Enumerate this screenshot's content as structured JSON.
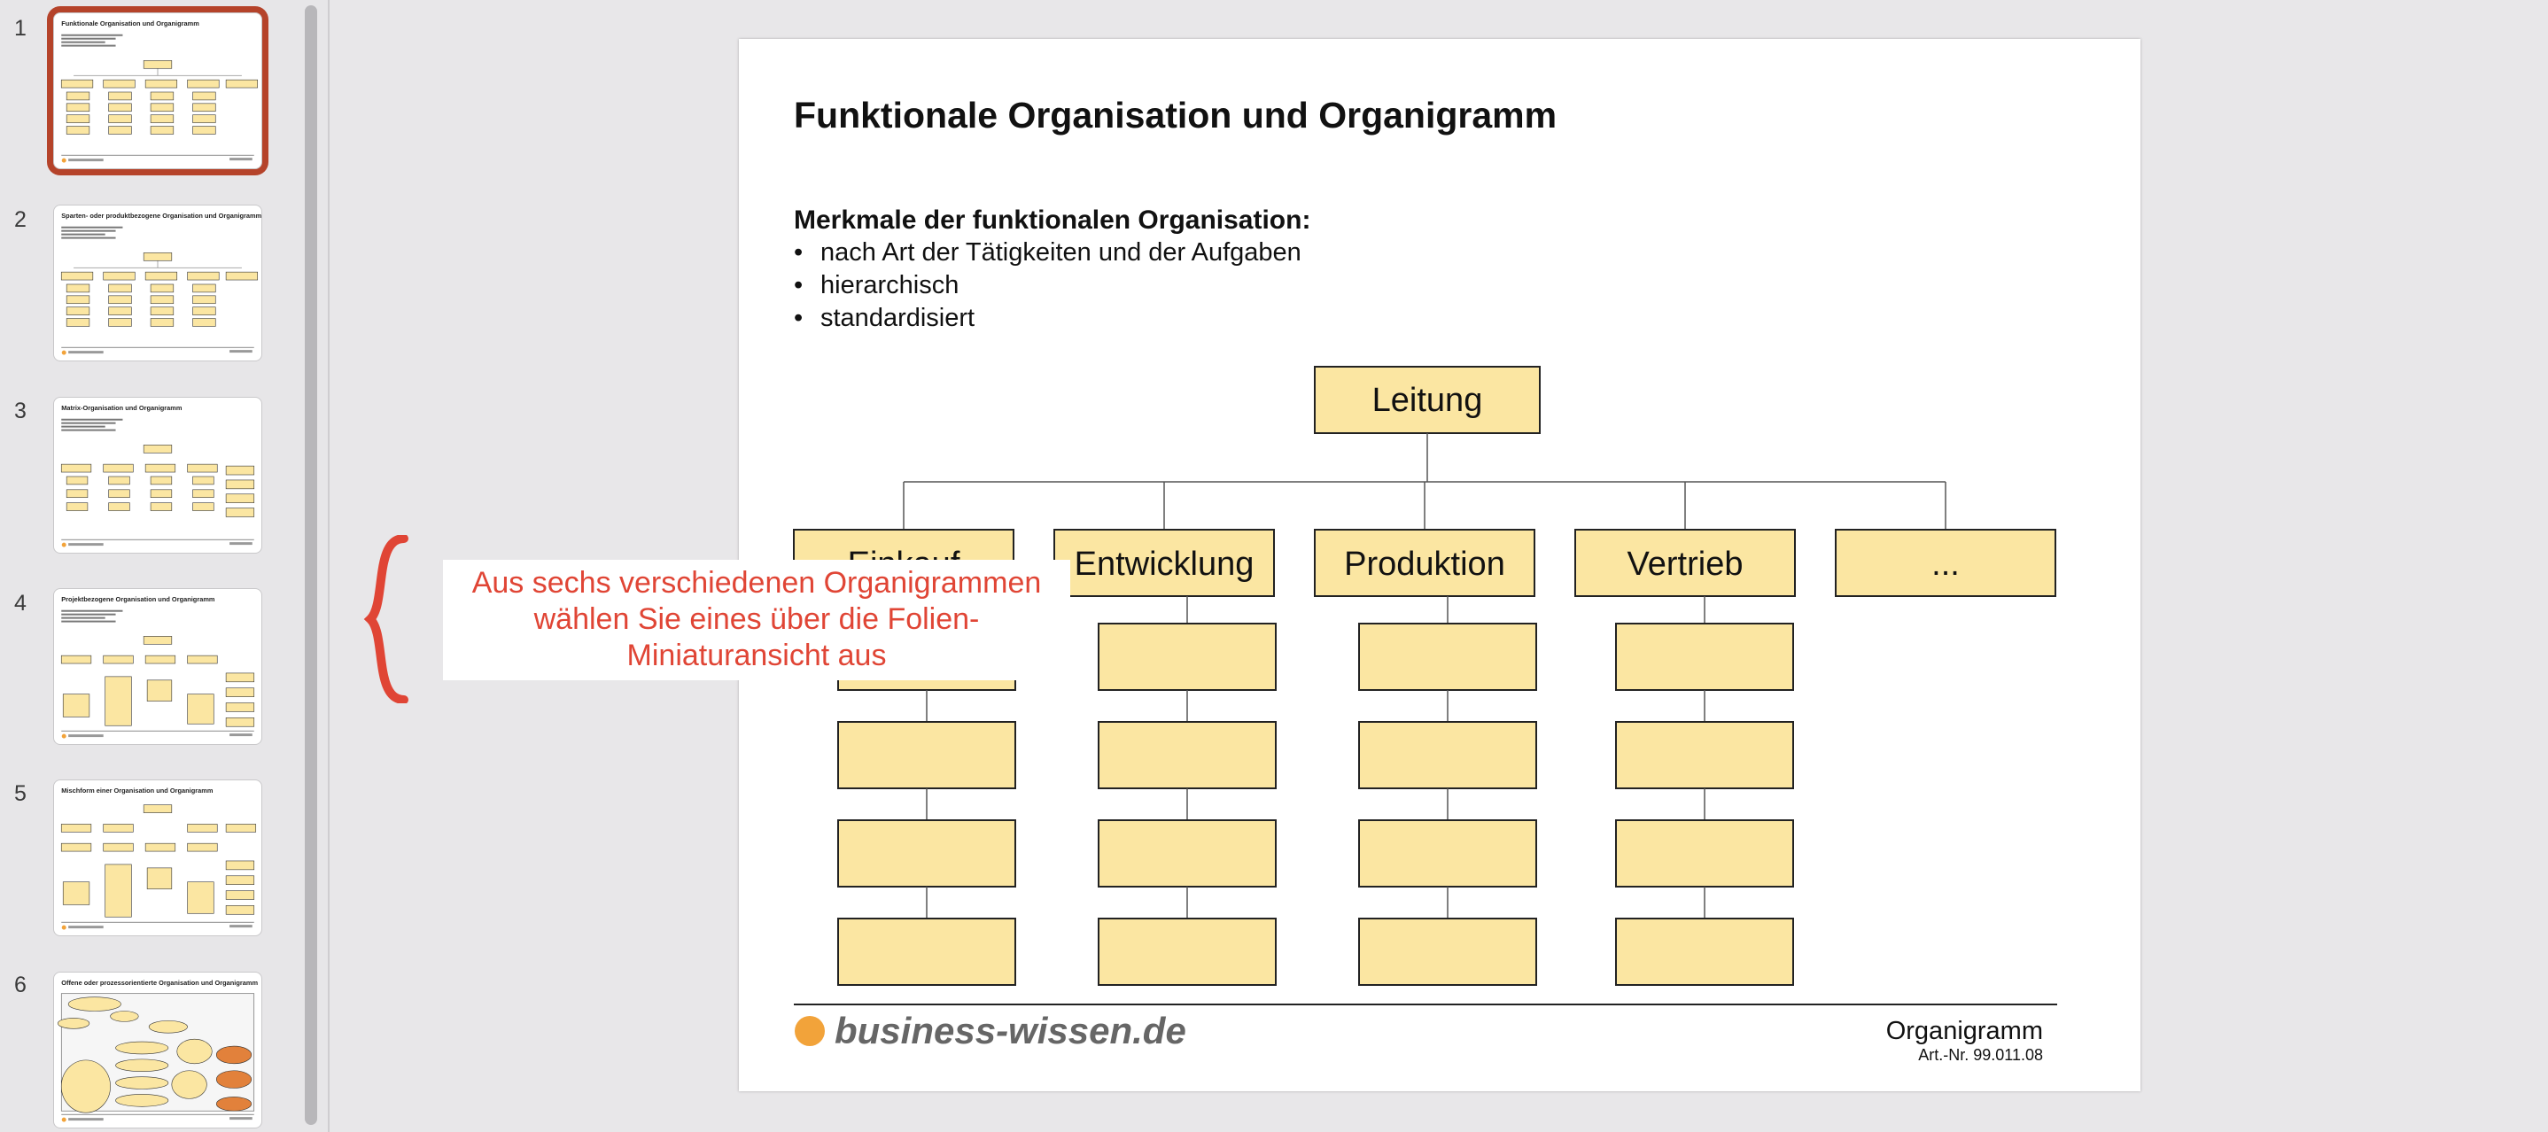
{
  "sidebar": {
    "slides": [
      {
        "number": "1",
        "title": "Funktionale Organisation und Organigramm",
        "selected": true
      },
      {
        "number": "2",
        "title": "Sparten- oder produktbezogene Organisation und Organigramm",
        "selected": false
      },
      {
        "number": "3",
        "title": "Matrix-Organisation und Organigramm",
        "selected": false
      },
      {
        "number": "4",
        "title": "Projektbezogene Organisation und Organigramm",
        "selected": false
      },
      {
        "number": "5",
        "title": "Mischform einer Organisation und Organigramm",
        "selected": false
      },
      {
        "number": "6",
        "title": "Offene oder prozessorientierte Organisation und Organigramm",
        "selected": false
      }
    ]
  },
  "slide": {
    "title": "Funktionale Organisation und Organigramm",
    "features_heading": "Merkmale der funktionalen Organisation:",
    "bullets": [
      "nach Art der Tätigkeiten und der Aufgaben",
      "hierarchisch",
      "standardisiert"
    ],
    "chart": {
      "top": "Leitung",
      "departments": [
        "Einkauf",
        "Entwicklung",
        "Produktion",
        "Vertrieb",
        "..."
      ],
      "subunits_per_department": 4,
      "box_color": "#fbe6a2"
    },
    "footer": {
      "brand": "business-wissen.de",
      "brand_dot_color": "#f2a33a",
      "doc_name": "Organigramm",
      "article": "Art.-Nr. 99.011.08"
    }
  },
  "callout": {
    "lines": [
      "Aus sechs verschiedenen Organigrammen",
      "wählen Sie eines über die Folien-",
      "Miniaturansicht aus"
    ],
    "color": "#e04535"
  }
}
